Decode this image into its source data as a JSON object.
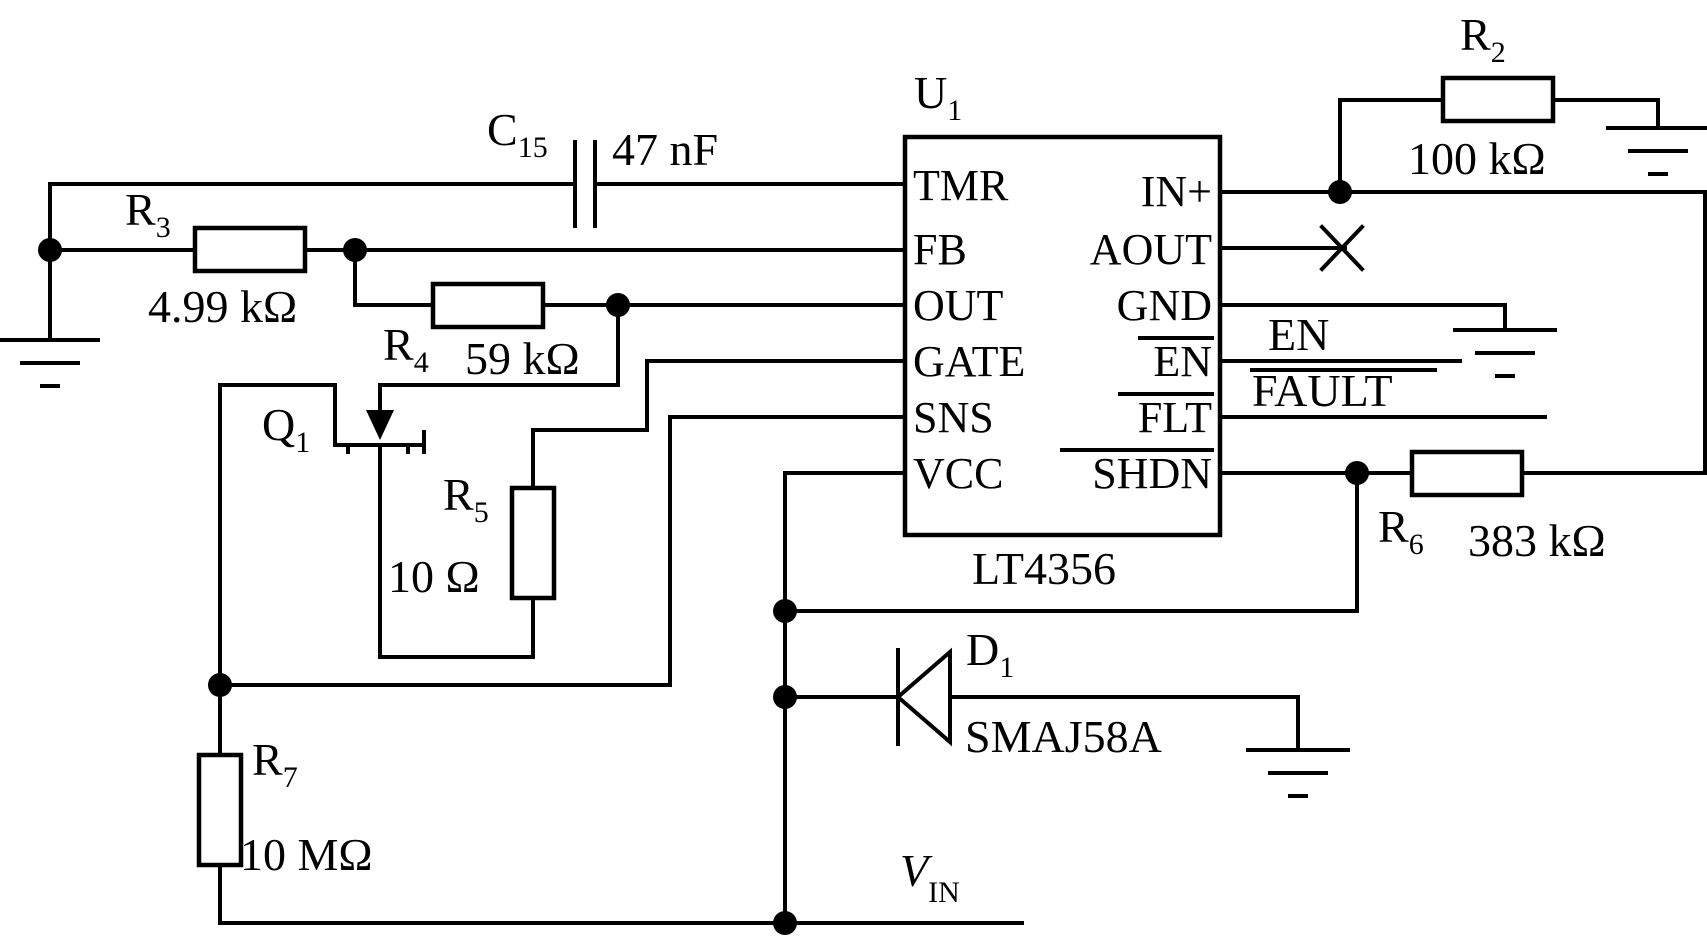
{
  "chip": {
    "ref": "U",
    "ref_sub": "1",
    "part": "LT4356",
    "left_pins": [
      "TMR",
      "FB",
      "OUT",
      "GATE",
      "SNS",
      "VCC"
    ],
    "right_pins": [
      "IN+",
      "AOUT",
      "GND",
      "EN",
      "FLT",
      "SHDN"
    ]
  },
  "nets": {
    "en": "EN",
    "fault": "FAULT",
    "vin": "V",
    "vin_sub": "IN"
  },
  "components": {
    "c15": {
      "ref": "C",
      "sub": "15",
      "value": "47 nF"
    },
    "r2": {
      "ref": "R",
      "sub": "2",
      "value": "100 kΩ"
    },
    "r3": {
      "ref": "R",
      "sub": "3",
      "value": "4.99 kΩ"
    },
    "r4": {
      "ref": "R",
      "sub": "4",
      "value": "59 kΩ"
    },
    "r5": {
      "ref": "R",
      "sub": "5",
      "value": "10 Ω"
    },
    "r6": {
      "ref": "R",
      "sub": "6",
      "value": "383 kΩ"
    },
    "r7": {
      "ref": "R",
      "sub": "7",
      "value": "10 MΩ"
    },
    "q1": {
      "ref": "Q",
      "sub": "1"
    },
    "d1": {
      "ref": "D",
      "sub": "1",
      "value": "SMAJ58A"
    }
  },
  "icons": [
    "ground-symbol",
    "resistor-symbol",
    "capacitor-symbol",
    "mosfet-symbol",
    "diode-symbol",
    "no-connect-x"
  ]
}
